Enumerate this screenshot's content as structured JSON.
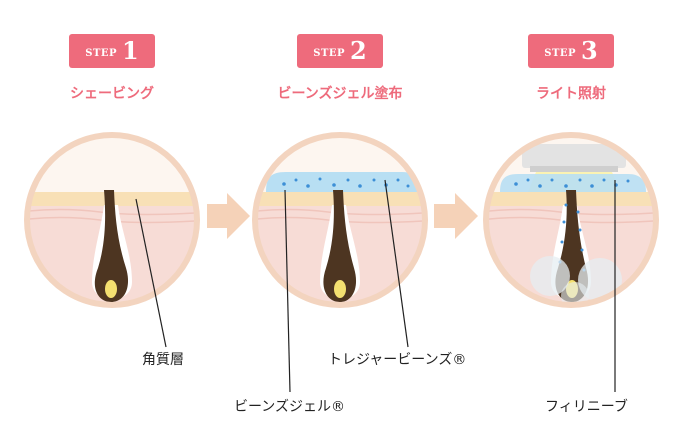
{
  "steps": [
    {
      "word": "STEP",
      "number": "1",
      "title": "シェービング"
    },
    {
      "word": "STEP",
      "number": "2",
      "title": "ビーンズジェル塗布"
    },
    {
      "word": "STEP",
      "number": "3",
      "title": "ライト照射"
    }
  ],
  "labels": {
    "stratum": "角質層",
    "treasure": "トレジャービーンズ®",
    "gel": "ビーンズジェル®",
    "filini": "フィリニーブ"
  },
  "colors": {
    "accent": "#ee6b7c",
    "circle_border": "#f3d4bf",
    "arrow": "#f5d2b8",
    "skin_pink": "#f7dcd6",
    "skin_top": "#f8e0b6",
    "hair": "#4d3521",
    "gel_blue": "#b8dff3",
    "bead_blue": "#3d8fd6"
  }
}
